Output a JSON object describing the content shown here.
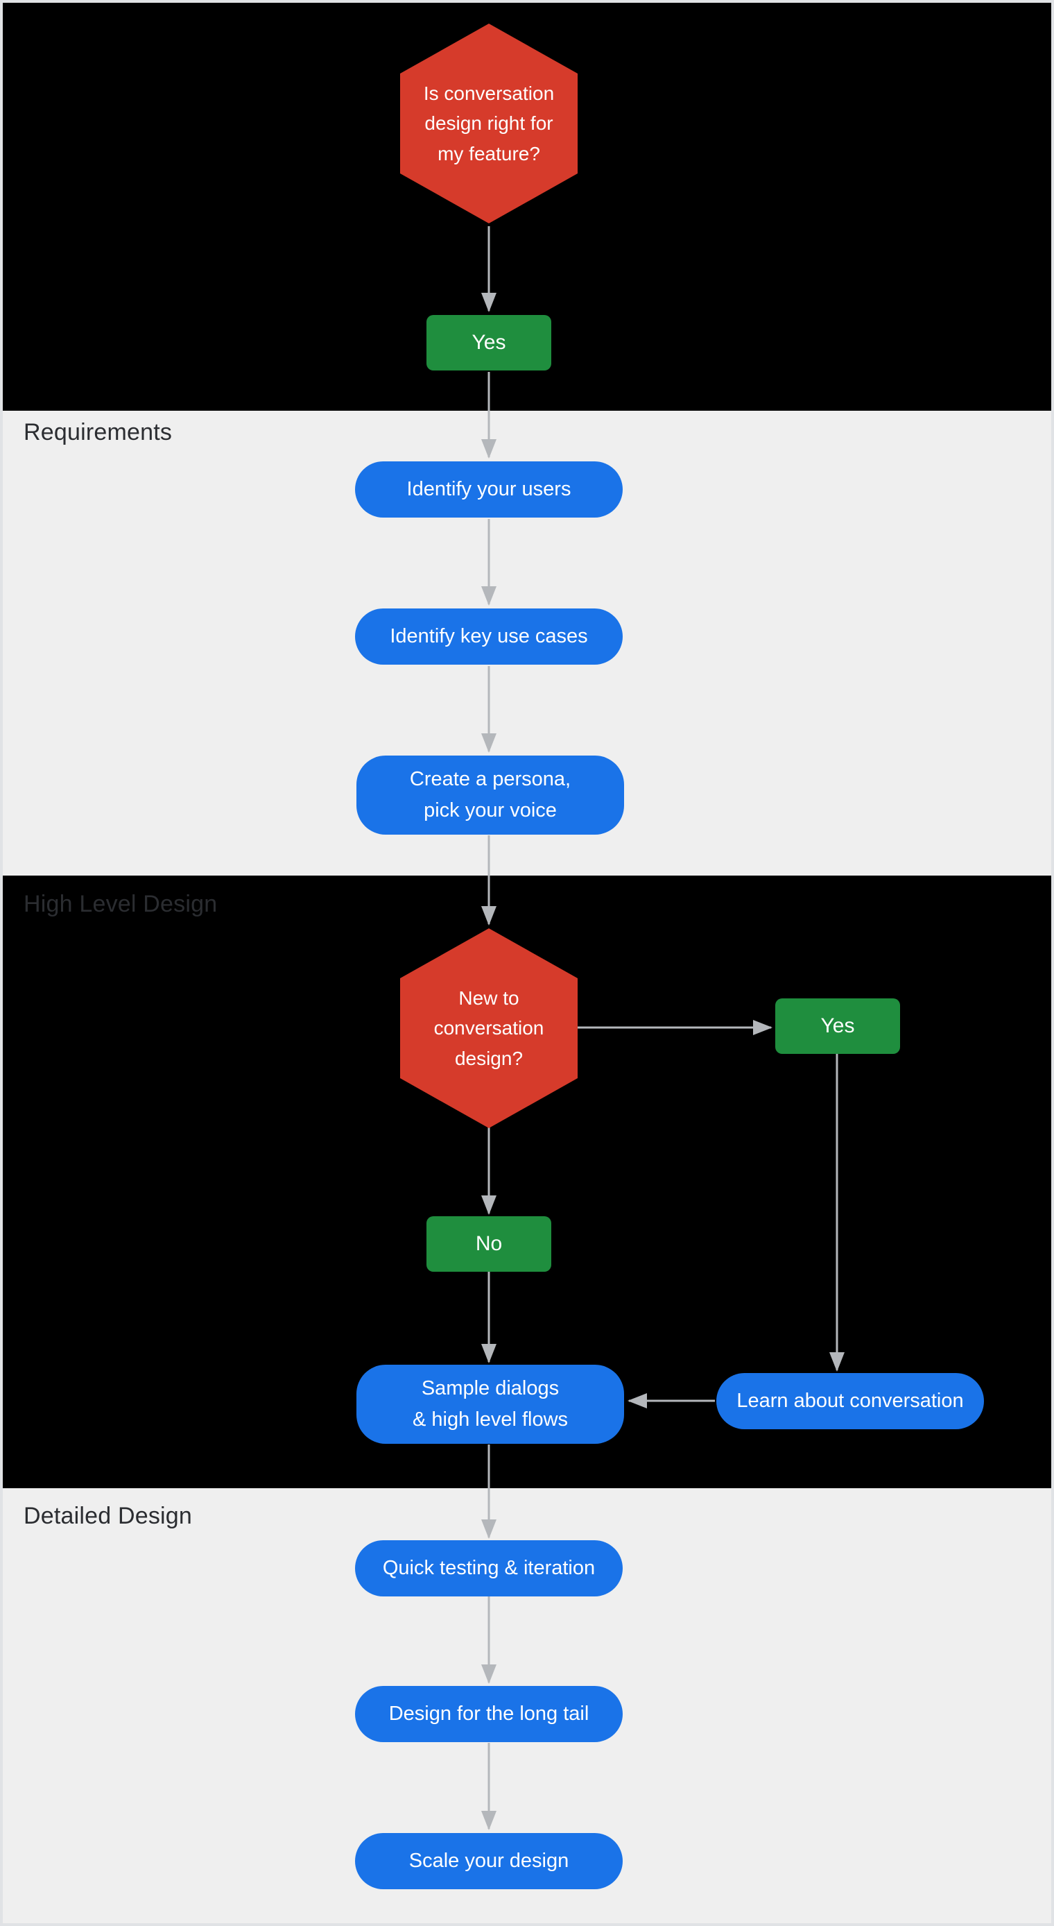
{
  "colors": {
    "decision_red": "#d63b2b",
    "action_green": "#1f8e3e",
    "step_blue": "#1a73e8",
    "dark_band_bg": "#000000",
    "light_band_bg": "#efefef",
    "section_label_text": "#2b2d31",
    "connector_gray": "#b4b7bb",
    "node_text": "#ffffff"
  },
  "sections": {
    "requirements": {
      "label": "Requirements"
    },
    "high_level_design": {
      "label": "High Level Design"
    },
    "detailed_design": {
      "label": "Detailed Design"
    }
  },
  "nodes": {
    "decision_feature_fit": "Is conversation\ndesign right for\nmy feature?",
    "yes_feature_fit": "Yes",
    "identify_users": "Identify your users",
    "identify_key_use_cases": "Identify key use cases",
    "create_persona": "Create a persona,\npick your voice",
    "decision_new_to_design": "New to\nconversation\ndesign?",
    "yes_new_to_design": "Yes",
    "no_new_to_design": "No",
    "sample_dialogs": "Sample dialogs\n& high level flows",
    "learn_about_conversation": "Learn about conversation",
    "quick_testing": "Quick testing & iteration",
    "design_long_tail": "Design for the long tail",
    "scale_your_design": "Scale your design"
  }
}
